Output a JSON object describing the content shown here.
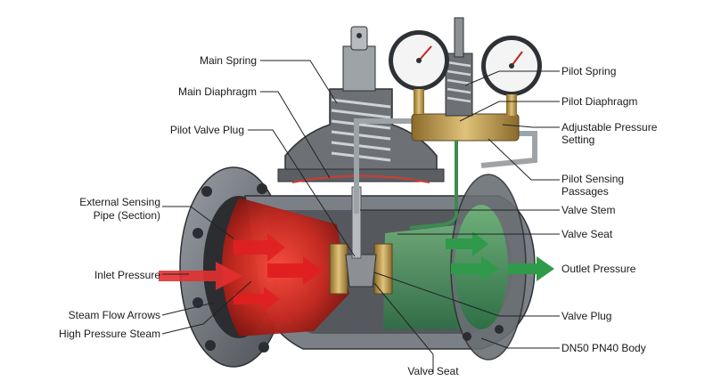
{
  "labels": {
    "main_spring": "Main Spring",
    "main_diaphragm": "Main Diaphragm",
    "pilot_valve_plug": "Pilot Valve Plug",
    "external_sensing_pipe_line1": "External Sensing",
    "external_sensing_pipe_line2": "Pipe (Section)",
    "inlet_pressure": "Inlet Pressure",
    "steam_flow_arrows": "Steam Flow Arrows",
    "high_pressure_steam": "High Pressure Steam",
    "pilot_spring": "Pilot Spring",
    "pilot_diaphragm": "Pilot Diaphragm",
    "adjustable_pressure_line1": "Adjustable Pressure",
    "adjustable_pressure_line2": "Setting",
    "pilot_sensing_line1": "Pilot Sensing",
    "pilot_sensing_line2": "Passages",
    "valve_stem": "Valve Stem",
    "valve_seat_right": "Valve Seat",
    "outlet_pressure": "Outlet Pressure",
    "valve_plug": "Valve Plug",
    "body_spec": "DN50 PN40 Body",
    "valve_seat_bottom": "Valve Seat"
  },
  "colors": {
    "high_pressure": "#e02020",
    "outlet": "#2e9a4a",
    "body": "#6f7378",
    "body_dark": "#3a3d41",
    "brass": "#c9a45a",
    "leader": "#222222"
  }
}
